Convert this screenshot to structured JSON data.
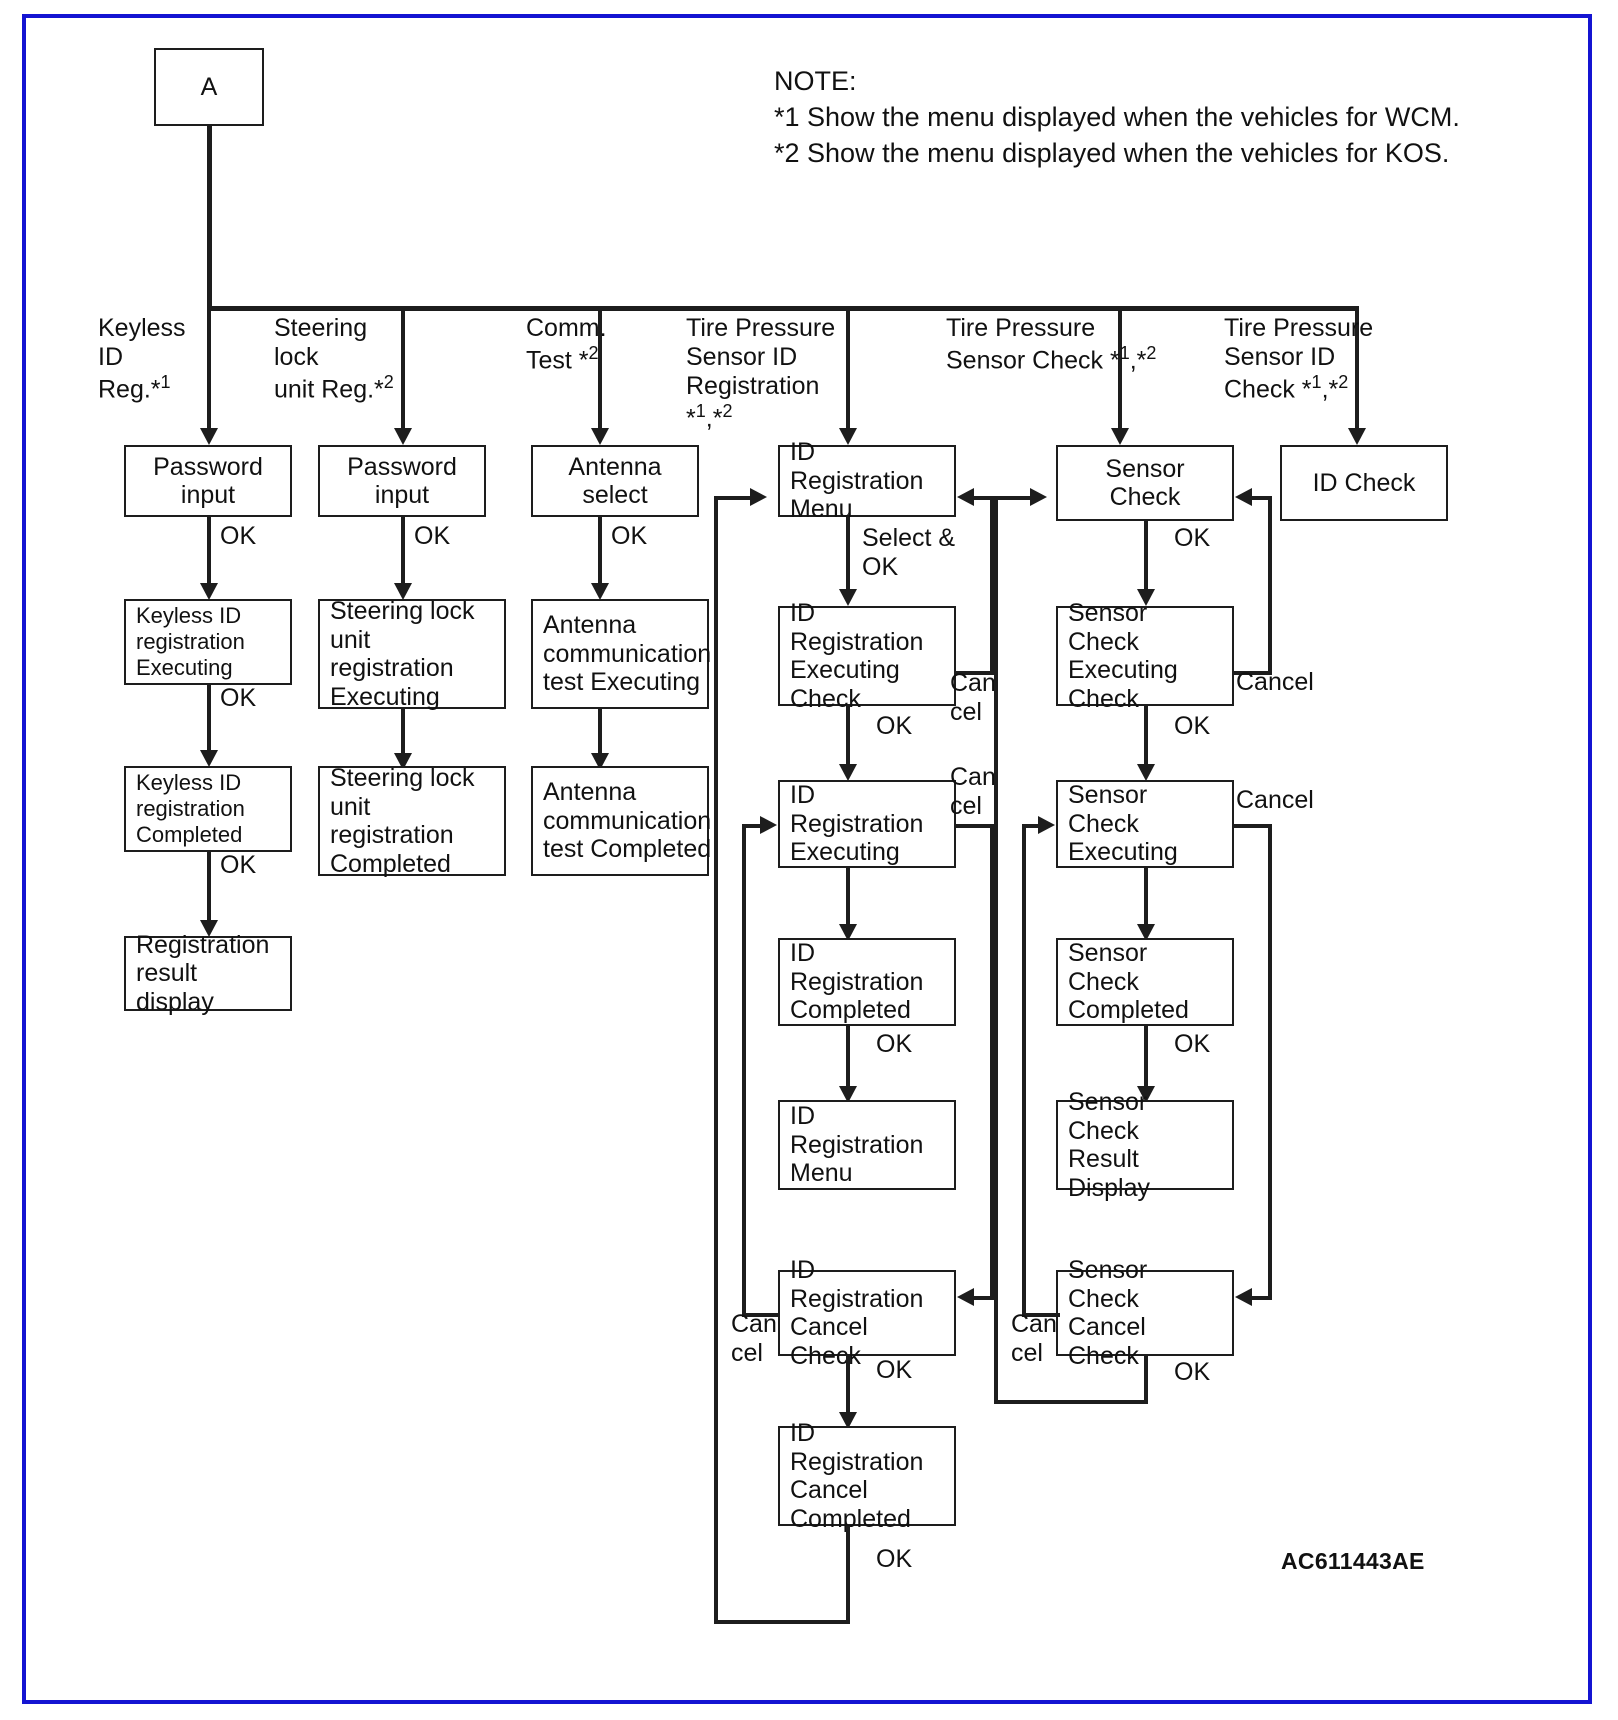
{
  "diagram": {
    "title_code": "AC611443AE",
    "note": {
      "heading": "NOTE:",
      "line1": "*1 Show the menu displayed when the vehicles for WCM.",
      "line2": "*2 Show the menu displayed when the vehicles for KOS."
    },
    "start_node": "A",
    "branch_labels": [
      "Keyless ID\nReg.*1",
      "Steering lock\nunit Reg.*2",
      "Comm.\nTest *2",
      "Tire Pressure\nSensor ID\nRegistration *1,*2",
      "Tire Pressure\nSensor Check *1,*2",
      "Tire Pressure\nSensor ID\nCheck *1,*2"
    ],
    "columns": [
      {
        "name": "keyless-id-registration",
        "boxes": [
          "Password input",
          "Keyless ID\nregistration\nExecuting",
          "Keyless ID\nregistration\nCompleted",
          "Registration\nresult display"
        ],
        "edge_labels": [
          "OK",
          "OK",
          "OK"
        ]
      },
      {
        "name": "steering-lock-unit-registration",
        "boxes": [
          "Password input",
          "Steering lock\nunit registration\nExecuting",
          "Steering lock\nunit registration\nCompleted"
        ],
        "edge_labels": [
          "OK"
        ]
      },
      {
        "name": "communication-test",
        "boxes": [
          "Antenna select",
          "Antenna\ncommunication\ntest Executing",
          "Antenna\ncommunication\ntest Completed"
        ],
        "edge_labels": [
          "OK"
        ]
      },
      {
        "name": "tire-pressure-sensor-id-registration",
        "boxes": [
          "ID Registration\nMenu",
          "ID Registration\nExecuting\nCheck",
          "ID Registration\nExecuting",
          "ID Registration\nCompleted",
          "ID Registration\nMenu",
          "ID Registration\nCancel Check",
          "ID Registration\nCancel\nCompleted"
        ],
        "edge_labels": [
          "Select &\nOK",
          "OK",
          "OK",
          "OK",
          "OK"
        ],
        "cancel_labels": [
          "Can\ncel",
          "Can\ncel",
          "Can\ncel"
        ],
        "final_label": "OK"
      },
      {
        "name": "tire-pressure-sensor-check",
        "boxes": [
          "Sensor Check",
          "Sensor Check\nExecuting\nCheck",
          "Sensor Check\nExecuting",
          "Sensor Check\nCompleted",
          "Sensor Check\nResult Display",
          "Sensor Check\nCancel Check"
        ],
        "edge_labels": [
          "OK",
          "OK",
          "OK"
        ],
        "cancel_labels": [
          "Cancel",
          "Cancel",
          "Can\ncel"
        ],
        "final_label": "OK"
      },
      {
        "name": "tire-pressure-sensor-id-check",
        "boxes": [
          "ID Check"
        ],
        "edge_labels": []
      }
    ]
  }
}
